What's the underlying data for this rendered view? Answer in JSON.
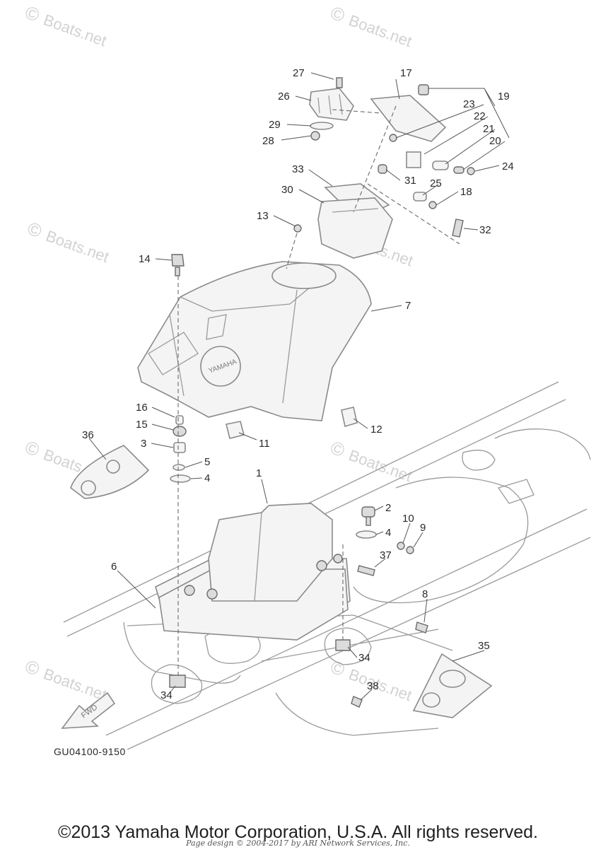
{
  "watermark": "Boats.net",
  "diagram_code": "GU04100-9150",
  "fwd_label": "FWD",
  "logo_text": "YAMAHA",
  "copyright": "©2013 Yamaha Motor Corporation, U.S.A. All rights reserved.",
  "page_design": "Page design © 2004-2017 by ARI Network Services, Inc.",
  "part_numbers": {
    "p1": "1",
    "p2": "2",
    "p3": "3",
    "p4a": "4",
    "p4b": "4",
    "p5": "5",
    "p6": "6",
    "p7": "7",
    "p8": "8",
    "p9": "9",
    "p10": "10",
    "p11": "11",
    "p12": "12",
    "p13": "13",
    "p14": "14",
    "p15": "15",
    "p16": "16",
    "p17": "17",
    "p18": "18",
    "p19": "19",
    "p20": "20",
    "p21": "21",
    "p22": "22",
    "p23": "23",
    "p24": "24",
    "p25": "25",
    "p26": "26",
    "p27": "27",
    "p28": "28",
    "p29": "29",
    "p30": "30",
    "p31": "31",
    "p32": "32",
    "p33": "33",
    "p34a": "34",
    "p34b": "34",
    "p35": "35",
    "p36": "36",
    "p37": "37",
    "p38": "38"
  }
}
